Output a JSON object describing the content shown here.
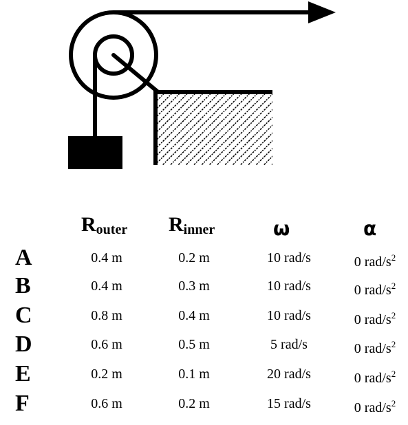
{
  "table": {
    "headers": {
      "r_outer": {
        "main": "R",
        "sub": "outer"
      },
      "r_inner": {
        "main": "R",
        "sub": "inner"
      },
      "omega": "ω",
      "alpha": "α"
    },
    "rows": [
      {
        "label": "A",
        "r_outer": "0.4 m",
        "r_inner": "0.2 m",
        "omega": "10 rad/s",
        "alpha": "0 rad/s",
        "alpha_exp": "2"
      },
      {
        "label": "B",
        "r_outer": "0.4 m",
        "r_inner": "0.3 m",
        "omega": "10 rad/s",
        "alpha": "0 rad/s",
        "alpha_exp": "2"
      },
      {
        "label": "C",
        "r_outer": "0.8 m",
        "r_inner": "0.4 m",
        "omega": "10 rad/s",
        "alpha": "0 rad/s",
        "alpha_exp": "2"
      },
      {
        "label": "D",
        "r_outer": "0.6 m",
        "r_inner": "0.5 m",
        "omega": "5 rad/s",
        "alpha": "0 rad/s",
        "alpha_exp": "2"
      },
      {
        "label": "E",
        "r_outer": "0.2 m",
        "r_inner": "0.1 m",
        "omega": "20 rad/s",
        "alpha": "0 rad/s",
        "alpha_exp": "2"
      },
      {
        "label": "F",
        "r_outer": "0.6 m",
        "r_inner": "0.2 m",
        "omega": "15 rad/s",
        "alpha": "0 rad/s",
        "alpha_exp": "2"
      }
    ]
  }
}
